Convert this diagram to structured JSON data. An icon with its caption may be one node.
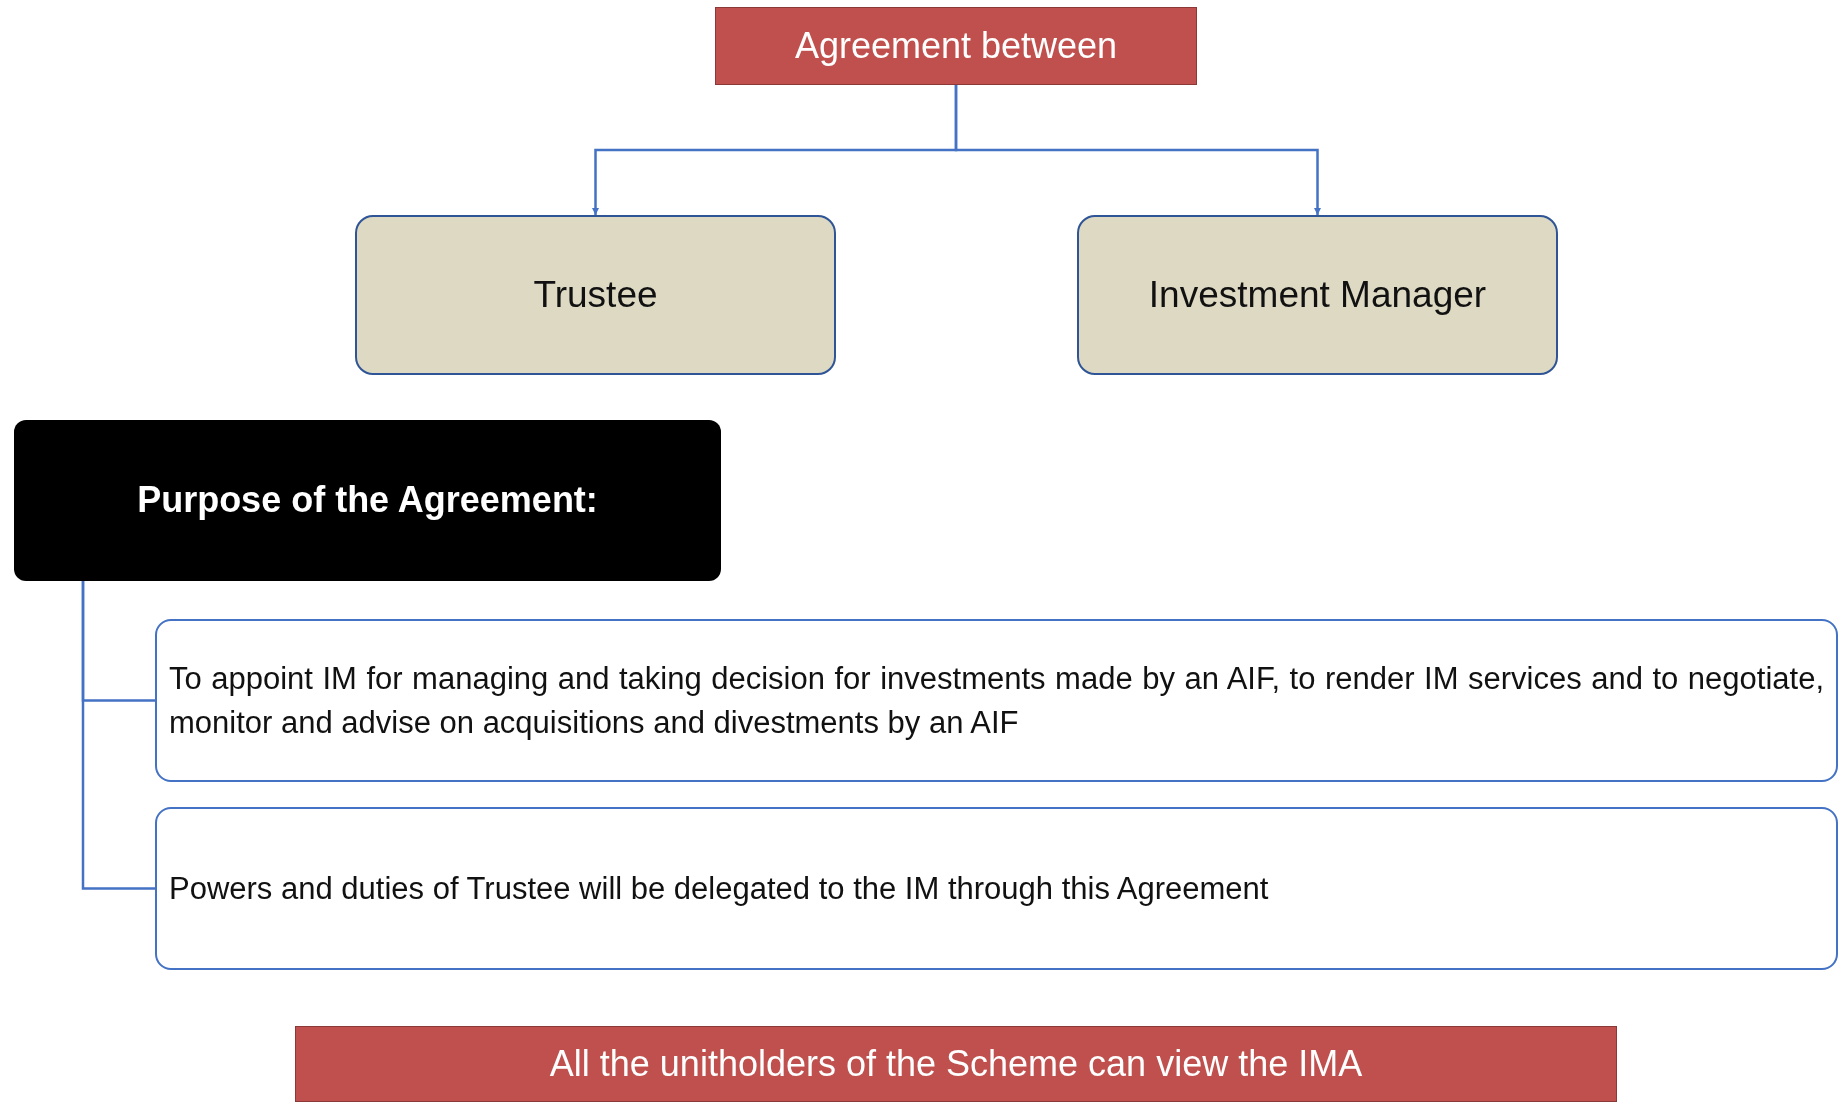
{
  "diagram": {
    "nodes": [
      {
        "text": [
          "Agreement between"
        ]
      },
      {
        "text": [
          "Trustee"
        ]
      },
      {
        "text": [
          "Investment Manager"
        ]
      },
      {
        "text": [
          "Purpose of the Agreement:"
        ]
      },
      {
        "text": [
          "To appoint IM for managing and taking decision for investments made by an AIF, to render IM services and to negotiate, monitor and advise on acquisitions and divestments by an AIF"
        ]
      },
      {
        "text": [
          "Powers and duties of Trustee will be delegated to the IM through this Agreement"
        ]
      },
      {
        "text": [
          "All the unitholders of the Scheme can view the IMA"
        ]
      }
    ],
    "edges": [
      {
        "from": 0,
        "to": 1,
        "arrow": "to"
      },
      {
        "from": 0,
        "to": 2,
        "arrow": "to"
      },
      {
        "from": 3,
        "to": 4,
        "arrow": "none"
      },
      {
        "from": 3,
        "to": 5,
        "arrow": "none"
      }
    ]
  }
}
